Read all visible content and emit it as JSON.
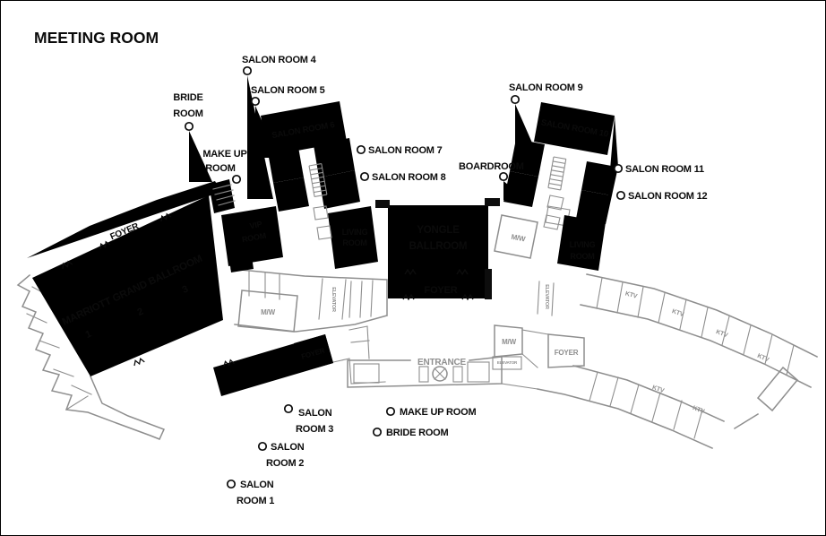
{
  "title": "MEETING ROOM",
  "colors": {
    "black": "#0d0d0d",
    "gray": "#8e8e8e"
  },
  "callouts": {
    "salon4": "SALON ROOM 4",
    "salon5": "SALON ROOM 5",
    "salon7": "SALON ROOM 7",
    "salon8": "SALON ROOM 8",
    "salon9": "SALON ROOM 9",
    "salon11": "SALON ROOM 11",
    "salon12": "SALON ROOM 12",
    "boardroom": "BOARDROOM",
    "bride_top": [
      "BRIDE",
      "ROOM"
    ],
    "makeup_top": [
      "MAKE UP",
      "ROOM"
    ],
    "salon1": [
      "SALON",
      "ROOM 1"
    ],
    "salon2": [
      "SALON",
      "ROOM 2"
    ],
    "salon3": [
      "SALON",
      "ROOM 3"
    ],
    "makeup_bottom": "MAKE UP ROOM",
    "bride_bottom": "BRIDE ROOM"
  },
  "rooms": {
    "salon6": "SALON ROOM 6",
    "salon10": "SALON ROOM 10",
    "vip": [
      "VIP",
      "ROOM"
    ],
    "living_west": [
      "LIVING",
      "ROOM"
    ],
    "living_east": [
      "LIVING",
      "ROOM"
    ],
    "yongle": [
      "YONGLE",
      "BALLROOM"
    ],
    "yongle_foyer": "FOYER",
    "marriott": "MARRIOTT GRAND BALLROOM",
    "marriott_sections": [
      "1",
      "2",
      "3"
    ],
    "marriott_foyer": "FOYER",
    "row_foyer": "FOYER"
  },
  "services": {
    "mw": "M/W",
    "elevator": "ELEVATOR",
    "entrance": "ENTRANCE",
    "foyer": "FOYER",
    "ktv": "KTV"
  }
}
